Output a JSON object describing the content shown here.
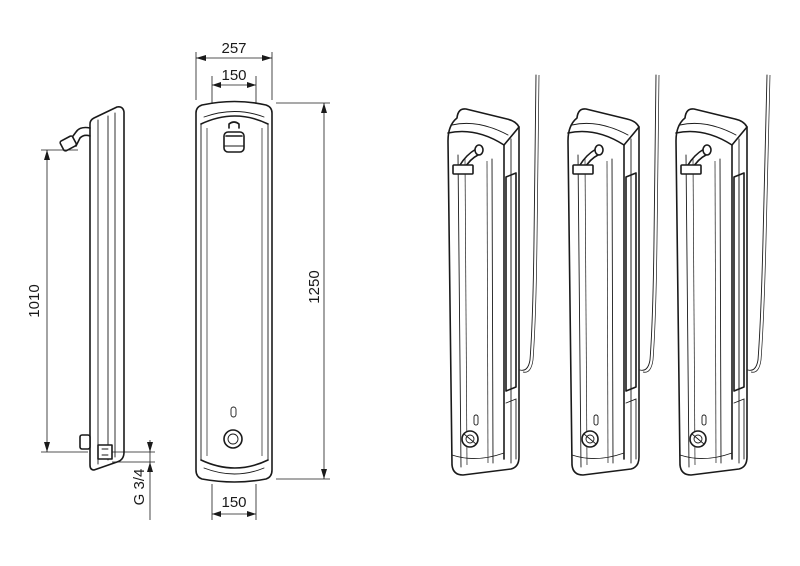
{
  "dimensions": {
    "top_width": "257",
    "top_inner_width": "150",
    "bottom_width": "150",
    "total_height": "1250",
    "side_height": "1010",
    "connection": "G 3/4"
  }
}
